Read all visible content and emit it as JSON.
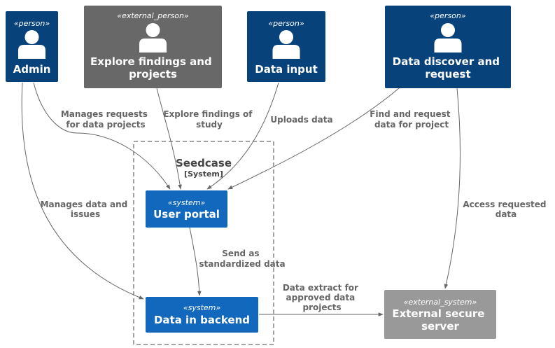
{
  "boundary": {
    "title": "Seedcase",
    "subtitle": "[System]"
  },
  "nodes": {
    "admin": {
      "stereotype": "«person»",
      "label": "Admin",
      "color": "#08427b"
    },
    "explore": {
      "stereotype": "«external_person»",
      "label": [
        "Explore findings and",
        "projects"
      ],
      "color": "#686868"
    },
    "data_input": {
      "stereotype": "«person»",
      "label": "Data input",
      "color": "#08427b"
    },
    "data_discover": {
      "stereotype": "«person»",
      "label": [
        "Data discover and",
        "request"
      ],
      "color": "#08427b"
    },
    "user_portal": {
      "stereotype": "«system»",
      "label": "User portal",
      "color": "#1168bd"
    },
    "backend": {
      "stereotype": "«system»",
      "label": "Data in backend",
      "color": "#1168bd"
    },
    "external_server": {
      "stereotype": "«external_system»",
      "label": [
        "External secure",
        "server"
      ],
      "color": "#999999"
    }
  },
  "edges": {
    "admin_portal": [
      "Manages requests",
      "for data projects"
    ],
    "explore_portal": [
      "Explore findings of",
      "study"
    ],
    "input_portal": [
      "Uploads data"
    ],
    "discover_portal": [
      "Find and request",
      "data for project"
    ],
    "admin_backend": [
      "Manages data and",
      "issues"
    ],
    "portal_backend": [
      "Send as",
      "standardized data"
    ],
    "backend_external": [
      "Data extract for",
      "approved data",
      "projects"
    ],
    "discover_external": [
      "Access requested",
      "data"
    ]
  }
}
